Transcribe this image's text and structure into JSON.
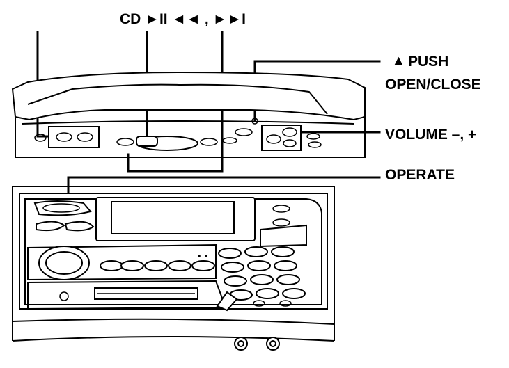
{
  "labels": {
    "top_label": "CD ►II ◄◄ , ►►I",
    "push_line1": "PUSH",
    "push_line2": "OPEN/CLOSE",
    "eject_symbol": "▲",
    "volume": "VOLUME –, +",
    "operate": "OPERATE"
  },
  "icons": {
    "eject": "eject-icon"
  }
}
